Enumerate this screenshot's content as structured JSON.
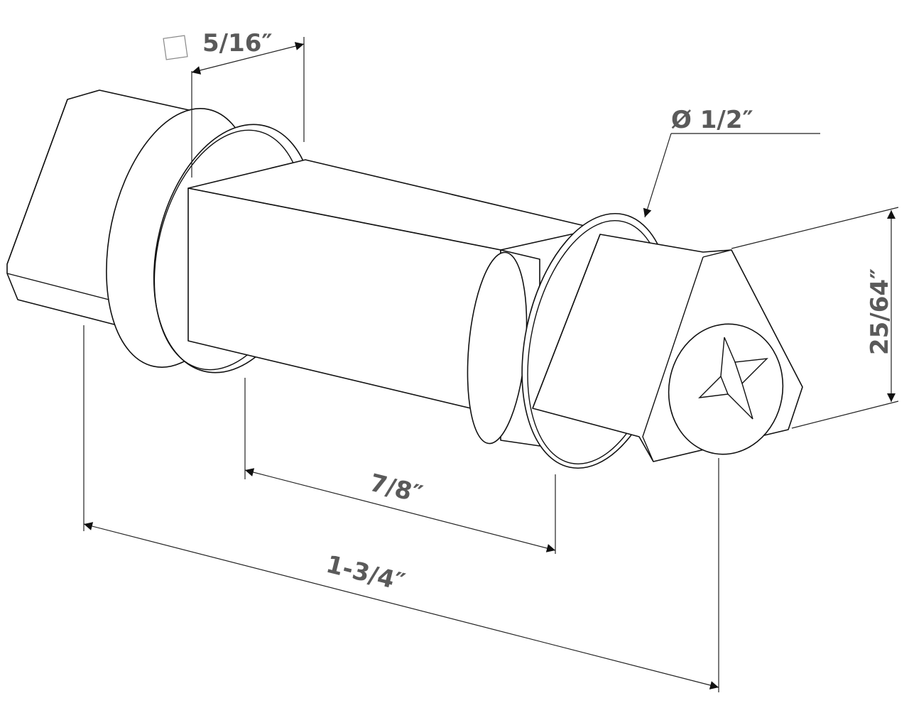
{
  "title": "Square drive shaft with Phillips hex head - dimension drawing",
  "dimensions": {
    "square_size": "5/16″",
    "diameter": "Ø 1/2″",
    "hex_size": "25/64″",
    "shaft_length": "7/8″",
    "overall_length": "1-3/4″"
  },
  "icons": {
    "square_symbol": "square-icon",
    "diameter_symbol": "diameter-icon"
  },
  "colors": {
    "line": "#111111",
    "label": "#5a5a5a"
  }
}
